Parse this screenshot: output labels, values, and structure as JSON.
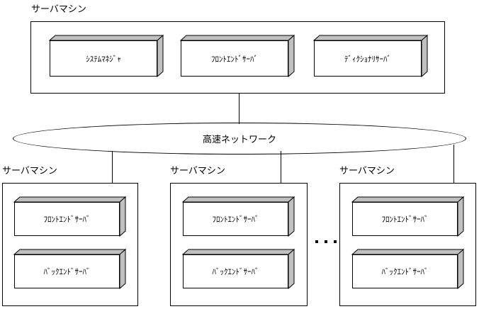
{
  "diagram": {
    "title": "Server machine cluster architecture",
    "colors": {
      "line": "#000000",
      "block_fill": "#ffffff",
      "block_shade": "#c0c0c0",
      "background": "#ffffff"
    },
    "top_machine": {
      "caption": "サーバマシン",
      "servers": [
        {
          "label": "ｼｽﾃﾑﾏﾈｼﾞｬ"
        },
        {
          "label": "ﾌﾛﾝﾄｴﾝﾄﾞｻｰﾊﾞ"
        },
        {
          "label": "ﾃﾞｨｸｼｮﾅﾘｻｰﾊﾞ"
        }
      ]
    },
    "network": {
      "label": "高速ネットワーク"
    },
    "bottom_machines": [
      {
        "caption": "サーバマシン",
        "servers": [
          {
            "label": "ﾌﾛﾝﾄｴﾝﾄﾞｻｰﾊﾞ"
          },
          {
            "label": "ﾊﾞｯｸｴﾝﾄﾞｻｰﾊﾞ"
          }
        ]
      },
      {
        "caption": "サーバマシン",
        "servers": [
          {
            "label": "ﾌﾛﾝﾄｴﾝﾄﾞｻｰﾊﾞ"
          },
          {
            "label": "ﾊﾞｯｸｴﾝﾄﾞｻｰﾊﾞ"
          }
        ]
      },
      {
        "caption": "サーバマシン",
        "servers": [
          {
            "label": "ﾌﾛﾝﾄｴﾝﾄﾞｻｰﾊﾞ"
          },
          {
            "label": "ﾊﾞｯｸｴﾝﾄﾞｻｰﾊﾞ"
          }
        ]
      }
    ],
    "ellipsis": {
      "dots": [
        "•",
        "•",
        "•"
      ]
    }
  }
}
